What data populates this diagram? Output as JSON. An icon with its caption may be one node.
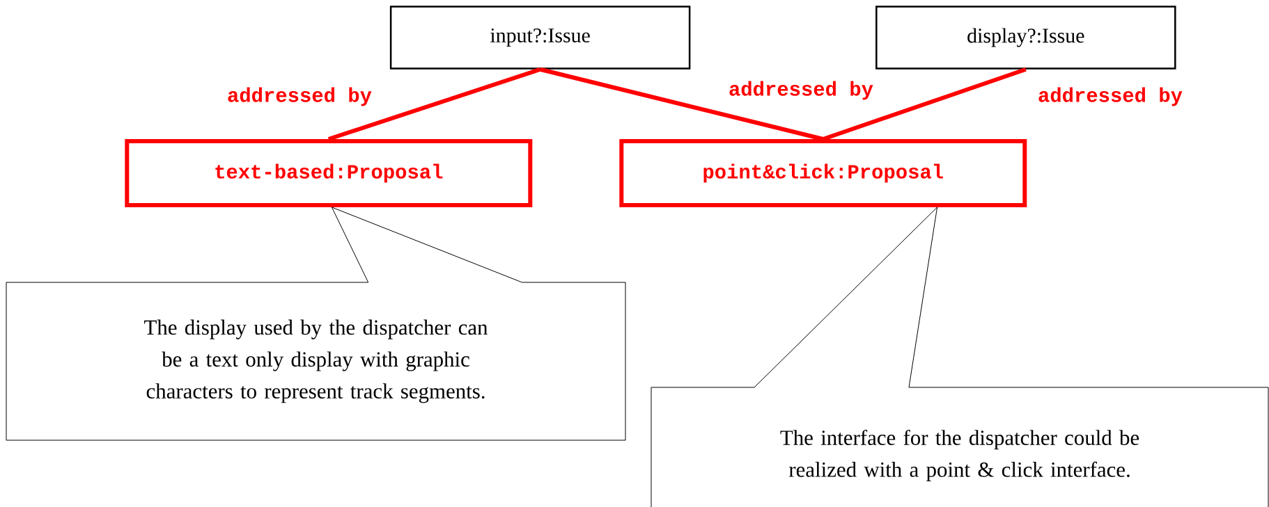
{
  "diagram": {
    "nodes": [
      {
        "text": [
          "input?:Issue"
        ]
      },
      {
        "text": [
          "display?:Issue"
        ]
      },
      {
        "text": [
          "text-based:Proposal"
        ]
      },
      {
        "text": [
          "point&click:Proposal"
        ]
      },
      {
        "text": [
          "The display used by the dispatcher can be a text only display with graphic characters to represent track segments."
        ]
      },
      {
        "text": [
          "The interface for the dispatcher could be realized with a point & click interface."
        ]
      }
    ],
    "edges": [
      {
        "from": 0,
        "to": 2,
        "arrow": "none",
        "label": "addressed by"
      },
      {
        "from": 0,
        "to": 3,
        "arrow": "none",
        "label": "addressed by"
      },
      {
        "from": 1,
        "to": 3,
        "arrow": "none",
        "label": "addressed by"
      }
    ]
  }
}
